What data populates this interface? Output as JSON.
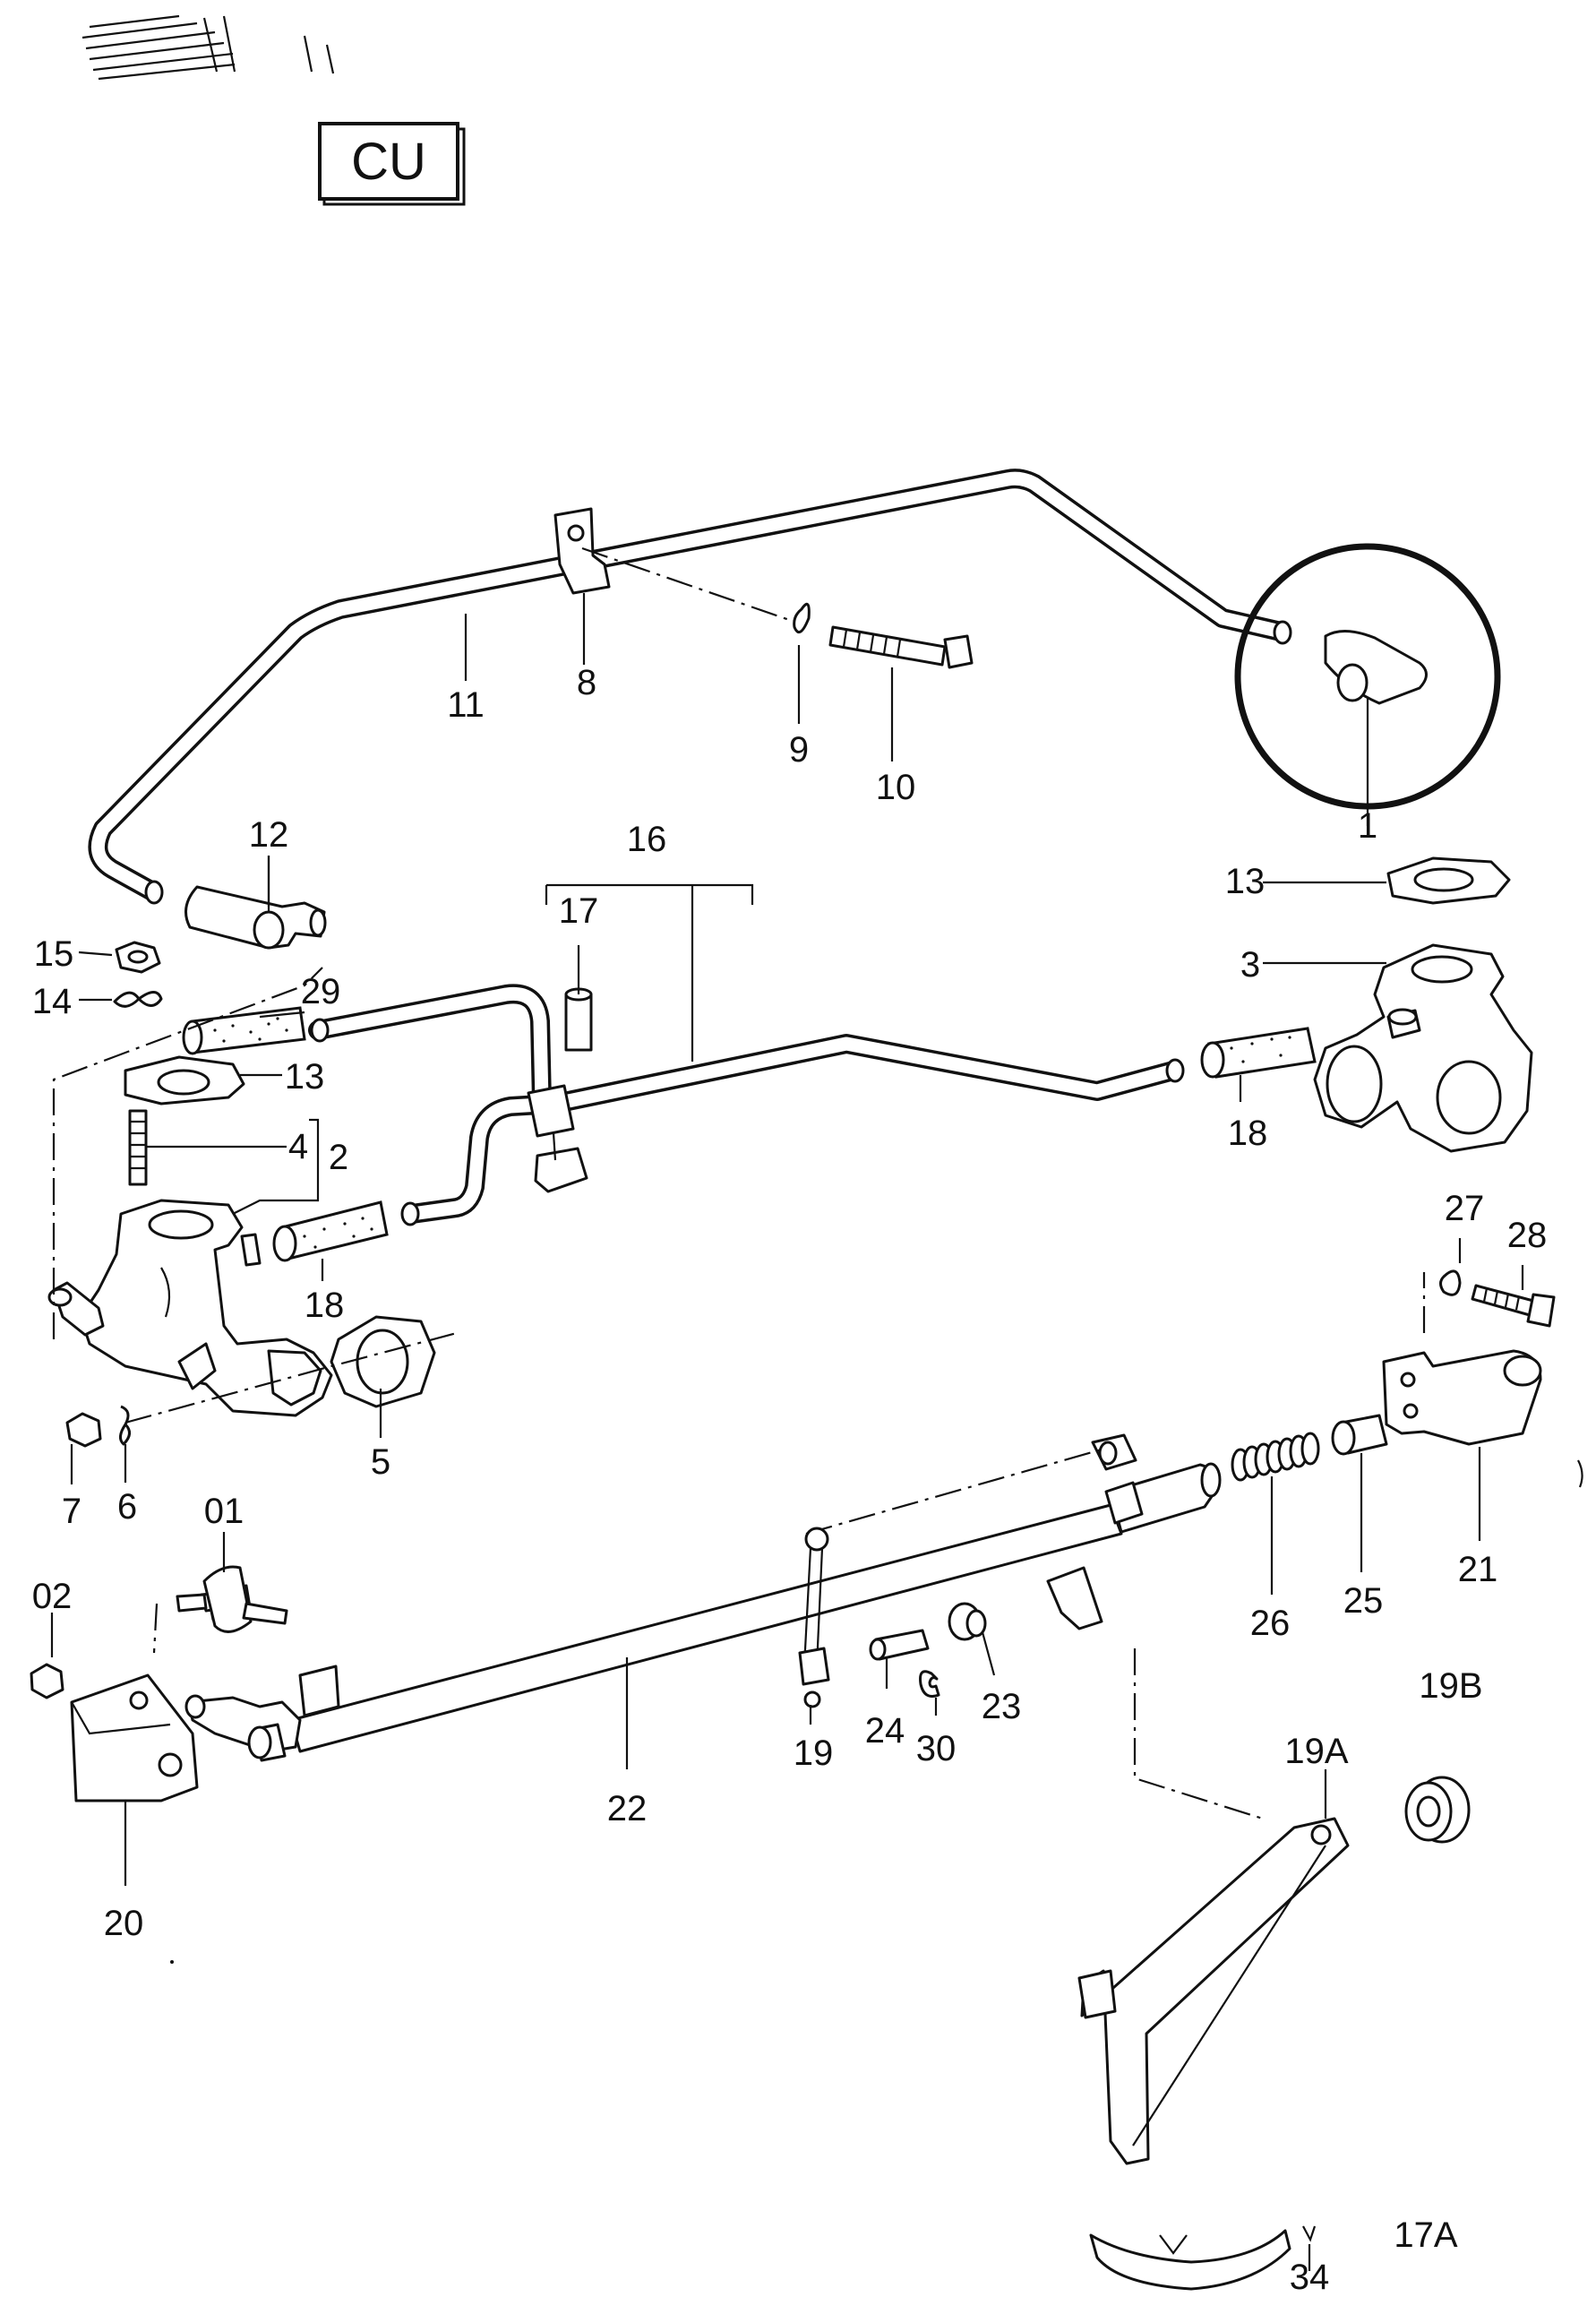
{
  "header": {
    "code_box": "CU"
  },
  "callouts": [
    {
      "id": "c-01",
      "text": "01"
    },
    {
      "id": "c-02",
      "text": "02"
    },
    {
      "id": "c-1",
      "text": "1"
    },
    {
      "id": "c-2",
      "text": "2"
    },
    {
      "id": "c-3",
      "text": "3"
    },
    {
      "id": "c-4",
      "text": "4"
    },
    {
      "id": "c-5",
      "text": "5"
    },
    {
      "id": "c-6",
      "text": "6"
    },
    {
      "id": "c-7",
      "text": "7"
    },
    {
      "id": "c-8",
      "text": "8"
    },
    {
      "id": "c-9",
      "text": "9"
    },
    {
      "id": "c-10",
      "text": "10"
    },
    {
      "id": "c-11",
      "text": "11"
    },
    {
      "id": "c-12",
      "text": "12"
    },
    {
      "id": "c-13a",
      "text": "13"
    },
    {
      "id": "c-13b",
      "text": "13"
    },
    {
      "id": "c-14",
      "text": "14"
    },
    {
      "id": "c-15",
      "text": "15"
    },
    {
      "id": "c-16",
      "text": "16"
    },
    {
      "id": "c-17",
      "text": "17"
    },
    {
      "id": "c-18a",
      "text": "18"
    },
    {
      "id": "c-18b",
      "text": "18"
    },
    {
      "id": "c-19",
      "text": "19"
    },
    {
      "id": "c-19a",
      "text": "19A"
    },
    {
      "id": "c-19b",
      "text": "19B"
    },
    {
      "id": "c-20",
      "text": "20"
    },
    {
      "id": "c-21",
      "text": "21"
    },
    {
      "id": "c-22",
      "text": "22"
    },
    {
      "id": "c-23",
      "text": "23"
    },
    {
      "id": "c-24",
      "text": "24"
    },
    {
      "id": "c-25",
      "text": "25"
    },
    {
      "id": "c-26",
      "text": "26"
    },
    {
      "id": "c-27",
      "text": "27"
    },
    {
      "id": "c-28",
      "text": "28"
    },
    {
      "id": "c-29",
      "text": "29"
    },
    {
      "id": "c-30",
      "text": "30"
    },
    {
      "id": "c-34",
      "text": "34"
    },
    {
      "id": "c-17a",
      "text": "17A"
    }
  ]
}
